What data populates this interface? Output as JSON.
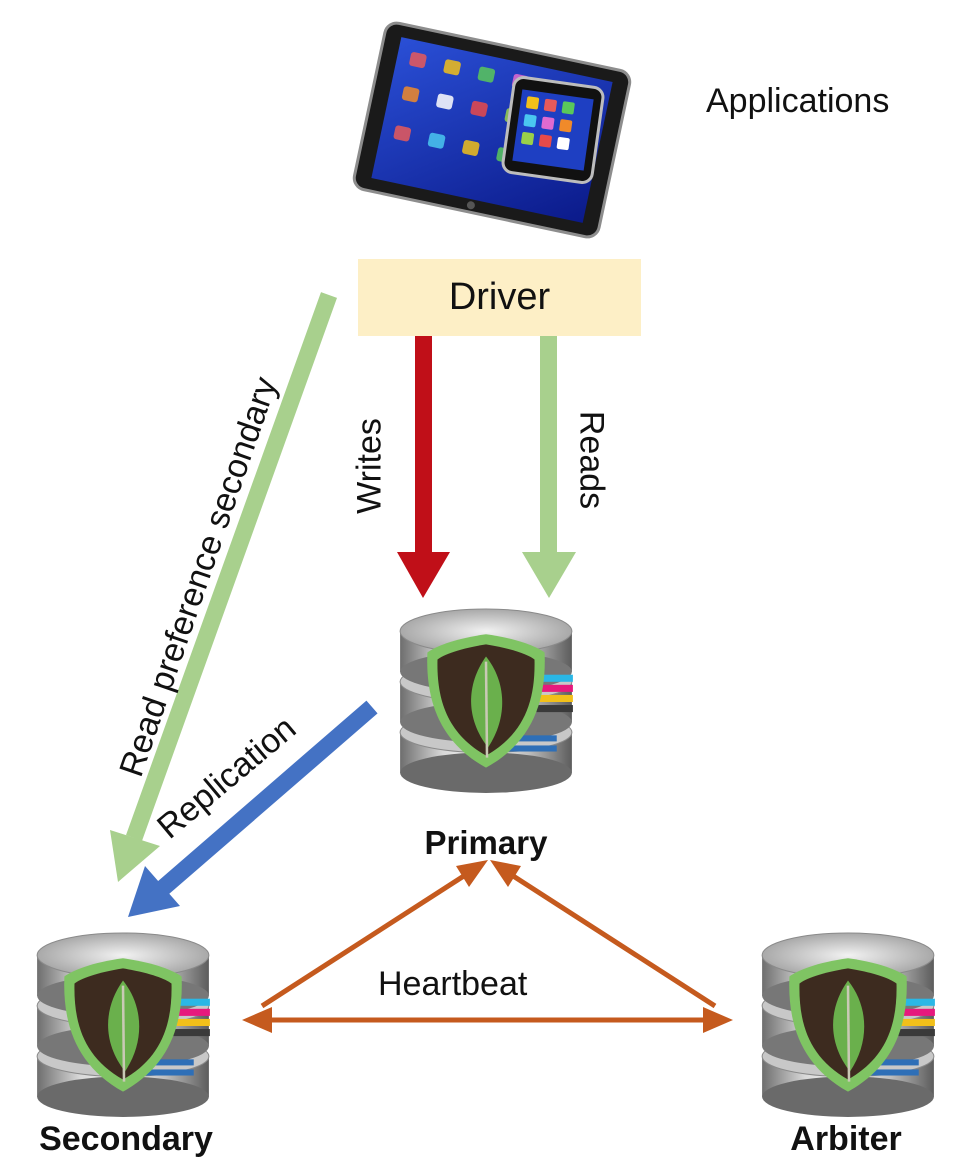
{
  "labels": {
    "applications": "Applications",
    "driver": "Driver",
    "writes": "Writes",
    "reads": "Reads",
    "read_pref": "Read preference secondary",
    "replication": "Replication",
    "heartbeat": "Heartbeat",
    "primary": "Primary",
    "secondary": "Secondary",
    "arbiter": "Arbiter"
  },
  "colors": {
    "driver_box": "#fdefc6",
    "writes_arrow": "#c00f18",
    "reads_arrow": "#a8d08d",
    "replication_arrow": "#4472c4",
    "heartbeat_arrow": "#c55a1e",
    "leaf_green": "#6ab04c",
    "shield_dark": "#3d2b1f"
  },
  "icons": {
    "applications": "tablet-and-phone-icon",
    "primary": "mongodb-database-icon",
    "secondary": "mongodb-database-icon",
    "arbiter": "mongodb-database-icon"
  }
}
